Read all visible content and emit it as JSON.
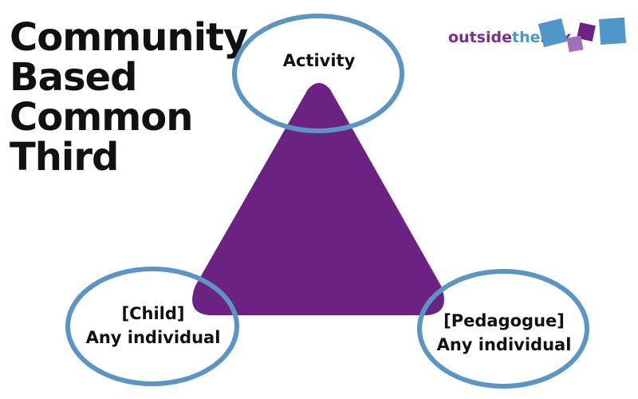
{
  "title": {
    "lines": [
      "Community",
      "Based",
      "Common",
      "Third"
    ]
  },
  "nodes": {
    "activity": {
      "label": "Activity"
    },
    "child": {
      "line1": "[Child]",
      "line2": "Any individual"
    },
    "pedagogue": {
      "line1": "[Pedagogue]",
      "line2": "Any individual"
    }
  },
  "logo": {
    "part1": "outside",
    "part2": "the",
    "part3": "box"
  },
  "colors": {
    "triangle": "#6b2283",
    "ellipse_stroke": "#5b95c4",
    "logo_purple": "#7a2f8f",
    "logo_blue": "#4f97c8"
  }
}
